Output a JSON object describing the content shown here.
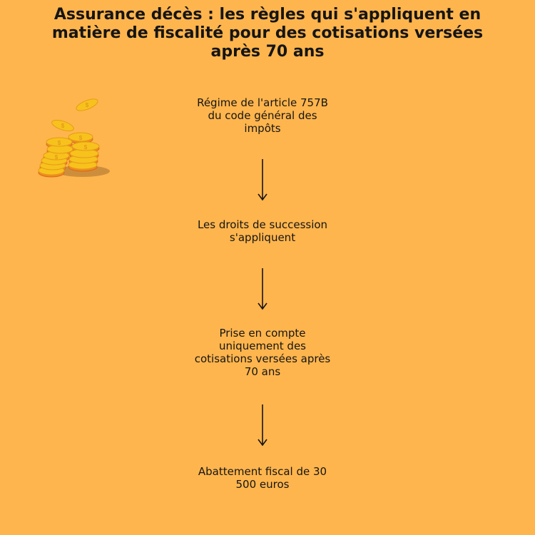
{
  "title": "Assurance décès : les règles qui s'appliquent en matière de fiscalité pour des cotisations versées après 70 ans",
  "steps": [
    "Régime de l'article 757B du code général des impôts",
    "Les droits de succession s'appliquent",
    "Prise en compte uniquement des cotisations versées après 70 ans",
    "Abattement fiscal de 30 500 euros"
  ],
  "illustration": {
    "icon": "coins-icon"
  },
  "colors": {
    "background": "#FFB54D",
    "text": "#151515",
    "coin": "#F7C21C",
    "coin_edge": "#F08A1E"
  }
}
